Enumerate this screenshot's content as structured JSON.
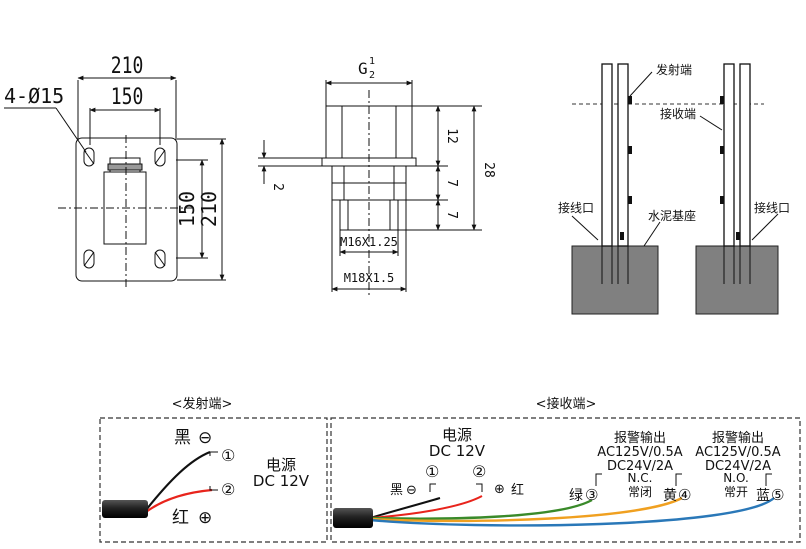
{
  "plate": {
    "hole_spec": "4-Ø15",
    "top_dim": "210",
    "inner_top_dim": "150",
    "side_dim_inner": "150",
    "side_dim_outer": "210"
  },
  "fitting": {
    "thread_top": "G",
    "thread_frac_num": "1",
    "thread_frac_den": "2",
    "dim_12": "12",
    "dim_7a": "7",
    "dim_7b": "7",
    "dim_28": "28",
    "dim_2": "2",
    "thread_m16": "M16X1.25",
    "thread_m18": "M18X1.5"
  },
  "install": {
    "emitter_label": "发射端",
    "receiver_label": "接收端",
    "wire_port_left": "接线口",
    "concrete_base": "水泥基座",
    "wire_port_right": "接线口"
  },
  "emitter_wiring": {
    "title": "<发射端>",
    "black_label": "黑",
    "minus_symbol": "⊖",
    "red_label": "红",
    "plus_symbol": "⊕",
    "pin1": "①",
    "pin2": "②",
    "power_label": "电源",
    "power_value": "DC 12V"
  },
  "receiver_wiring": {
    "title": "<接收端>",
    "power_label": "电源",
    "power_value": "DC 12V",
    "pin1": "①",
    "pin2": "②",
    "black_label": "黑",
    "minus_symbol": "⊖",
    "plus_symbol": "⊕",
    "red_label": "红",
    "alarm1_title": "报警输出",
    "alarm1_ac": "AC125V/0.5A",
    "alarm1_dc": "DC24V/2A",
    "alarm1_nc": "N.C.",
    "alarm1_nc_cn": "常闭",
    "green_label": "绿",
    "pin3": "③",
    "yellow_label": "黄",
    "pin4": "④",
    "alarm2_title": "报警输出",
    "alarm2_ac": "AC125V/0.5A",
    "alarm2_dc": "DC24V/2A",
    "alarm2_no": "N.O.",
    "alarm2_no_cn": "常开",
    "blue_label": "蓝",
    "pin5": "⑤"
  },
  "colors": {
    "wire_black": "#111111",
    "wire_red": "#e8241c",
    "wire_green": "#3a8a2a",
    "wire_yellow": "#f0a020",
    "wire_blue": "#2a78b8",
    "concrete": "#808080"
  }
}
